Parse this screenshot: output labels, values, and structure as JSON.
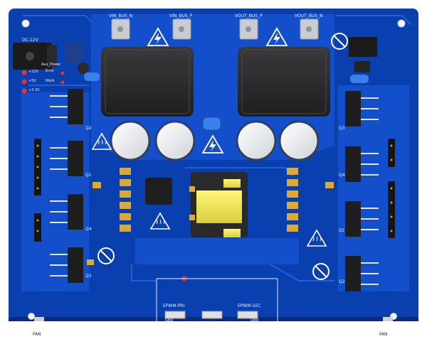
{
  "board": {
    "colors": {
      "pcb": "#0a3fb0",
      "pcb_dark": "#082e86",
      "copper_pour": "#1552cf",
      "silkscreen": "#f2f5ff",
      "capacitor_body": "#ececec",
      "inductor_body": "#2e2e30",
      "transformer_core": "#f2ea64",
      "pad_gold": "#d9a93a",
      "terminal_tin": "#c9ccd2",
      "mosfet_body": "#1e1e1e",
      "led_red": "#e83232"
    },
    "connectors": {
      "vin_bus_n": "VIN_BUS_N",
      "vin_bus_p": "VIN_BUS_P",
      "vout_bus_p": "VOUT_BUS_P",
      "vout_bus_n": "VOUT_BUS_N",
      "dc_jack": "DC-12V",
      "epwm_pri": "EPWM-PRI",
      "epwm_sec": "EPWM-SEC",
      "fan_left": "FAN",
      "fan_right": "FAN",
      "gnd": "GND"
    },
    "indicators": {
      "aux_power": "Aux_Power",
      "error": "Error",
      "work": "Work",
      "v12": "+12V",
      "v5": "+5V",
      "v33": "+3.3V"
    },
    "transistors": {
      "left": [
        "Q2",
        "Q1",
        "Q4",
        "Q3"
      ],
      "right": [
        "Q3",
        "Q4",
        "Q1",
        "Q2"
      ]
    },
    "icons": [
      "high-voltage-warning-icon",
      "hot-surface-warning-icon",
      "no-touch-icon"
    ]
  }
}
